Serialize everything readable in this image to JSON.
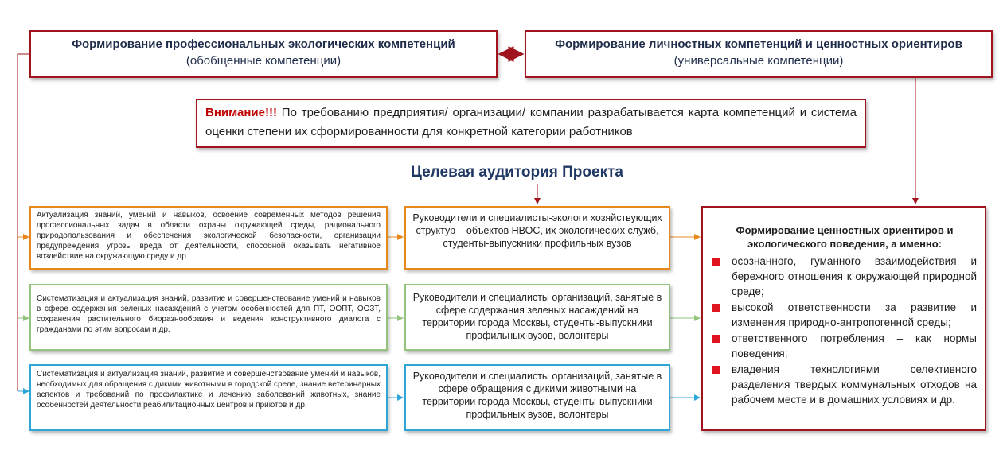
{
  "top_left": {
    "title": "Формирование профессиональных экологических компетенций",
    "subtitle": "(обобщенные компетенции)"
  },
  "top_right": {
    "title": "Формирование личностных компетенций и ценностных ориентиров",
    "subtitle": "(универсальные компетенции)"
  },
  "attention": {
    "label": "Внимание!!!",
    "text": " По требованию предприятия/ организации/ компании разрабатывается карта компетенций и система оценки степени их сформированности для конкретной категории работников"
  },
  "target_title": "Целевая аудитория Проекта",
  "rows": [
    {
      "competence": "Актуализация знаний, умений и навыков, освоение современных методов решения профессиональных задач в области охраны окружающей среды, рационального природопользования и обеспечения экологической безопасности, организации предупреждения угрозы вреда от деятельности, способной оказывать негативное воздействие на окружающую среду и др.",
      "audience": "Руководители и специалисты-экологи хозяйствующих структур – объектов НВОС, их экологических служб, студенты-выпускники профильных вузов"
    },
    {
      "competence": "Систематизация и актуализация знаний, развитие и совершенствование умений и навыков в сфере содержания зеленых насаждений с учетом особенностей для ПТ, ООПТ, ООЗТ, сохранения растительного биоразнообразия и ведения конструктивного диалога с гражданами по этим вопросам и др.",
      "audience": "Руководители и специалисты организаций, занятые в сфере содержания зеленых насаждений на территории города Москвы, студенты-выпускники профильных вузов, волонтеры"
    },
    {
      "competence": "Систематизация и актуализация знаний, развитие и совершенствование умений и навыков, необходимых для обращения с дикими животными в городской среде, знание ветеринарных аспектов и требований по профилактике и лечению заболеваний животных, знание особенностей деятельности реабилитационных центров и приютов и др.",
      "audience": "Руководители и специалисты организаций, занятые в сфере обращения с дикими животными на территории города Москвы, студенты-выпускники профильных вузов, волонтеры"
    }
  ],
  "values": {
    "title": "Формирование ценностных ориентиров и экологического поведения, а именно:",
    "items": [
      "осознанного, гуманного взаимодействия и бережного отношения к окружающей природной среде;",
      "высокой ответственности за развитие и изменения природно-антропогенной среды;",
      "ответственного потребления – как нормы поведения;",
      "владения технологиями селективного разделения твердых коммунальных отходов на рабочем месте и в домашних условиях и др."
    ]
  }
}
